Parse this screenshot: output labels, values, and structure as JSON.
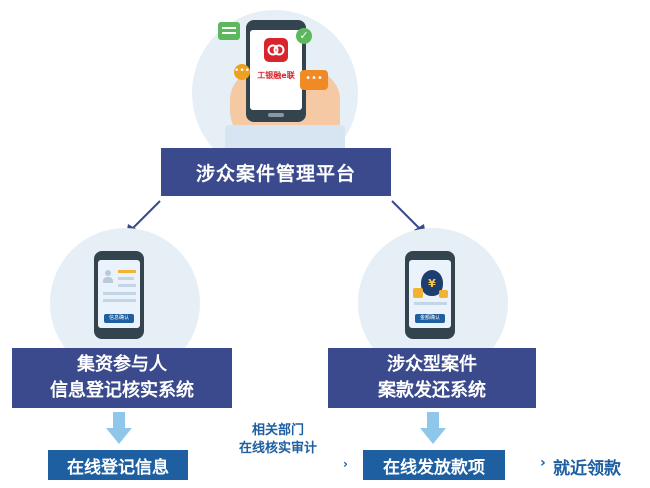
{
  "top": {
    "platform_label": "涉众案件管理平台",
    "app_name": "工银融e联"
  },
  "left": {
    "system_line1": "集资参与人",
    "system_line2": "信息登记核实系统",
    "phone_button": "信息确认",
    "step_label": "在线登记信息"
  },
  "middle": {
    "note_line1": "相关部门",
    "note_line2": "在线核实审计"
  },
  "right": {
    "system_line1": "涉众型案件",
    "system_line2": "案款发还系统",
    "phone_button": "金额确认",
    "step_label": "在线发放款项",
    "final_label": "就近领款",
    "currency_symbol": "¥"
  },
  "colors": {
    "navy": "#3a4a8c",
    "blue": "#1d5fa0",
    "light_blue_arrow": "#8ec7ea",
    "circle_bg": "#e6eef6"
  }
}
